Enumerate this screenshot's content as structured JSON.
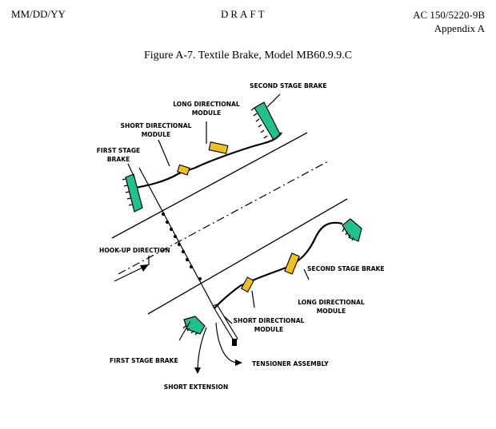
{
  "header": {
    "date": "MM/DD/YY",
    "status": "DRAFT",
    "doc_number": "AC 150/5220-9B",
    "appendix": "Appendix A"
  },
  "figure": {
    "title": "Figure A-7. Textile Brake, Model MB60.9.9.C",
    "labels": {
      "second_stage_brake_top": "SECOND STAGE BRAKE",
      "long_dir_module_top_1": "LONG DIRECTIONAL",
      "long_dir_module_top_2": "MODULE",
      "short_dir_module_top_1": "SHORT DIRECTIONAL",
      "short_dir_module_top_2": "MODULE",
      "first_stage_brake_top_1": "FIRST STAGE",
      "first_stage_brake_top_2": "BRAKE",
      "hook_up_direction": "HOOK-UP DIRECTION",
      "second_stage_brake_bottom": "SECOND STAGE BRAKE",
      "long_dir_module_bottom_1": "LONG DIRECTIONAL",
      "long_dir_module_bottom_2": "MODULE",
      "short_dir_module_bottom_1": "SHORT DIRECTIONAL",
      "short_dir_module_bottom_2": "MODULE",
      "first_stage_brake_bottom": "FIRST STAGE BRAKE",
      "tensioner_assembly": "TENSIONER ASSEMBLY",
      "short_extension": "SHORT EXTENSION"
    },
    "colors": {
      "brake": "#1fc18f",
      "module": "#f2c21b",
      "line": "#000000"
    }
  }
}
